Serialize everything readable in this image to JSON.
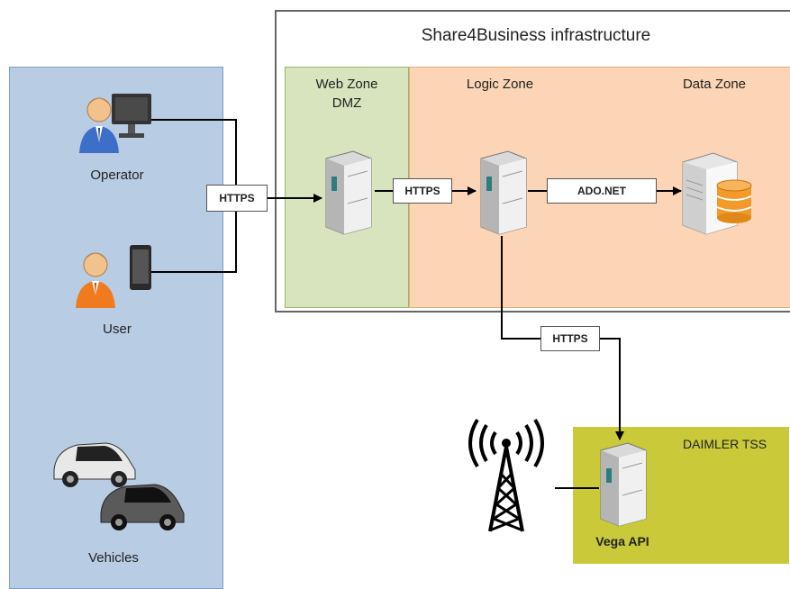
{
  "infrastructure": {
    "title": "Share4Business infrastructure",
    "web_zone": "Web Zone",
    "web_zone_sub": "DMZ",
    "logic_zone": "Logic Zone",
    "data_zone": "Data Zone"
  },
  "clients": {
    "operator": "Operator",
    "user": "User",
    "vehicles": "Vehicles"
  },
  "protocols": {
    "client_to_web": "HTTPS",
    "web_to_logic": "HTTPS",
    "logic_to_data": "ADO.NET",
    "logic_to_vega": "HTTPS"
  },
  "daimler": {
    "title": "DAIMLER TSS",
    "api": "Vega API"
  },
  "colors": {
    "client_panel": "#b8cce4",
    "web_zone": "#d7e4bd",
    "logic_zone": "#fbd5b5",
    "daimler_zone": "#c9c93a",
    "database": "#f39a2b"
  }
}
